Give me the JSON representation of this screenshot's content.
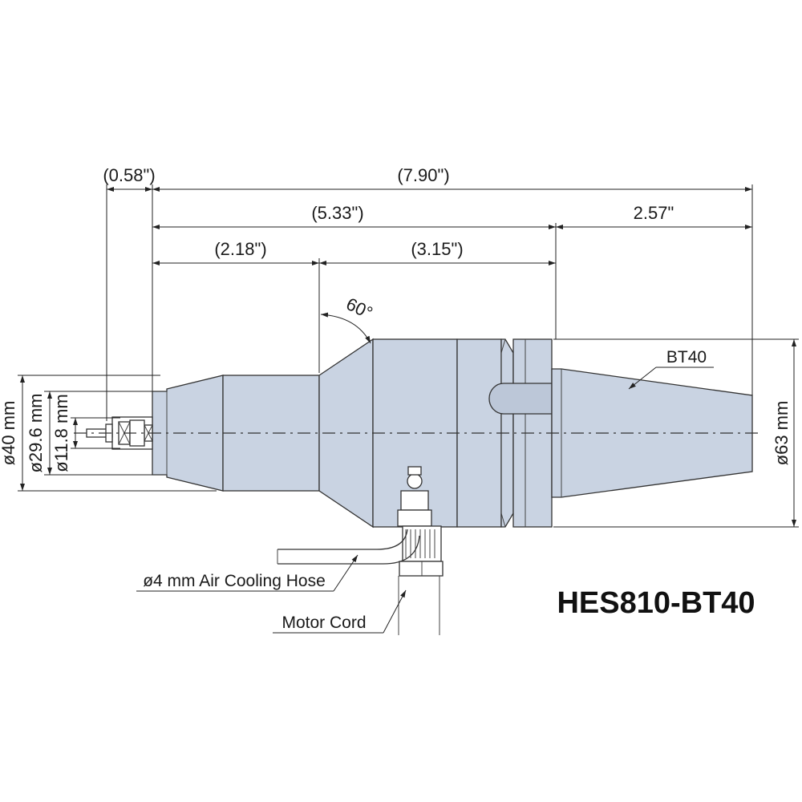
{
  "colors": {
    "body_fill": "#c9d3e2",
    "body_shade": "#b9c4d6",
    "line": "#222222",
    "background": "#ffffff"
  },
  "dimensions": {
    "d_058": "(0.58\")",
    "d_790": "(7.90\")",
    "d_533": "(5.33\")",
    "d_257": "2.57\"",
    "d_218": "(2.18\")",
    "d_315": "(3.15\")",
    "angle": "60°",
    "dia_40": "ø40 mm",
    "dia_296": "ø29.6 mm",
    "dia_118": "ø11.8 mm",
    "dia_63": "ø63 mm"
  },
  "labels": {
    "taper": "BT40",
    "air_hose": "ø4 mm Air Cooling Hose",
    "motor_cord": "Motor Cord"
  },
  "model": "HES810-BT40"
}
